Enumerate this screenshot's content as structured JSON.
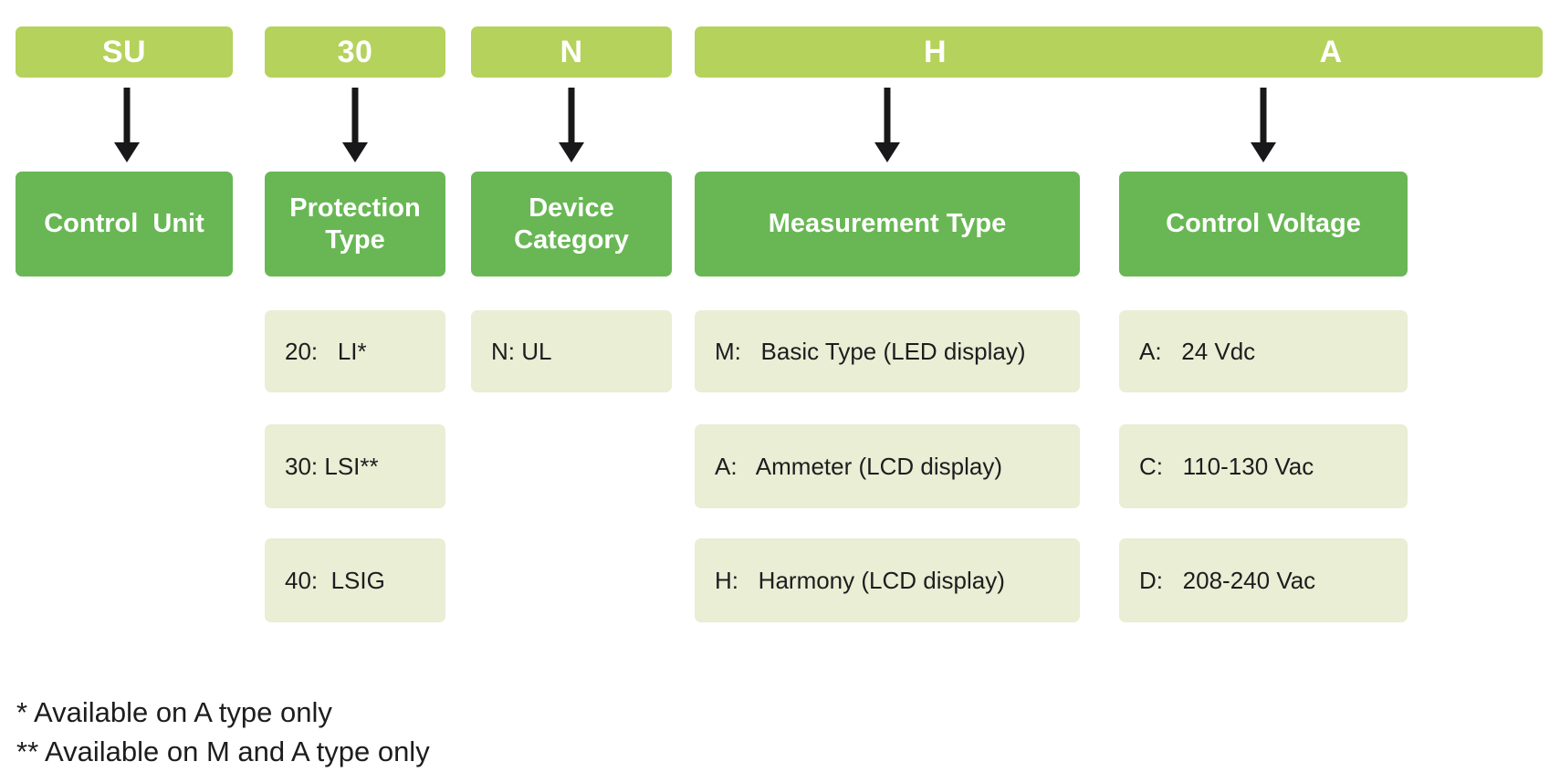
{
  "diagram": {
    "title_example_code": "SU30NHA",
    "colors": {
      "code_box": "#b5d25c",
      "category_box": "#68b754",
      "option_box": "#e9eed4",
      "arrow": "#18181a",
      "text_light": "#ffffff",
      "text_dark": "#1d1d1f"
    },
    "columns": [
      {
        "code": "SU",
        "category": "Control  Unit",
        "options": []
      },
      {
        "code": "30",
        "category": "Protection Type",
        "category_line1": "Protection",
        "category_line2": "Type",
        "options": [
          {
            "key": "20:",
            "value": "LI*",
            "text": "20:   LI*"
          },
          {
            "key": "30:",
            "value": "LSI**",
            "text": "30: LSI**"
          },
          {
            "key": "40:",
            "value": "LSIG",
            "text": "40:  LSIG"
          }
        ]
      },
      {
        "code": "N",
        "category": "Device Category",
        "category_line1": "Device",
        "category_line2": "Category",
        "options": [
          {
            "key": "N:",
            "value": "UL",
            "text": "N: UL"
          }
        ]
      },
      {
        "code": "H",
        "category": "Measurement Type",
        "options": [
          {
            "key": "M:",
            "value": "Basic Type (LED display)",
            "text": "M:   Basic Type (LED display)"
          },
          {
            "key": "A:",
            "value": "Ammeter (LCD display)",
            "text": "A:   Ammeter (LCD display)"
          },
          {
            "key": "H:",
            "value": "Harmony (LCD display)",
            "text": "H:   Harmony (LCD display)"
          }
        ]
      },
      {
        "code": "A",
        "category": "Control Voltage",
        "options": [
          {
            "key": "A:",
            "value": "24 Vdc",
            "text": "A:   24 Vdc"
          },
          {
            "key": "C:",
            "value": "110-130 Vac",
            "text": "C:   110-130 Vac"
          },
          {
            "key": "D:",
            "value": "208-240 Vac",
            "text": "D:   208-240 Vac"
          }
        ]
      }
    ],
    "footnotes": [
      "* Available on A type only",
      "** Available on M and A type only"
    ]
  }
}
